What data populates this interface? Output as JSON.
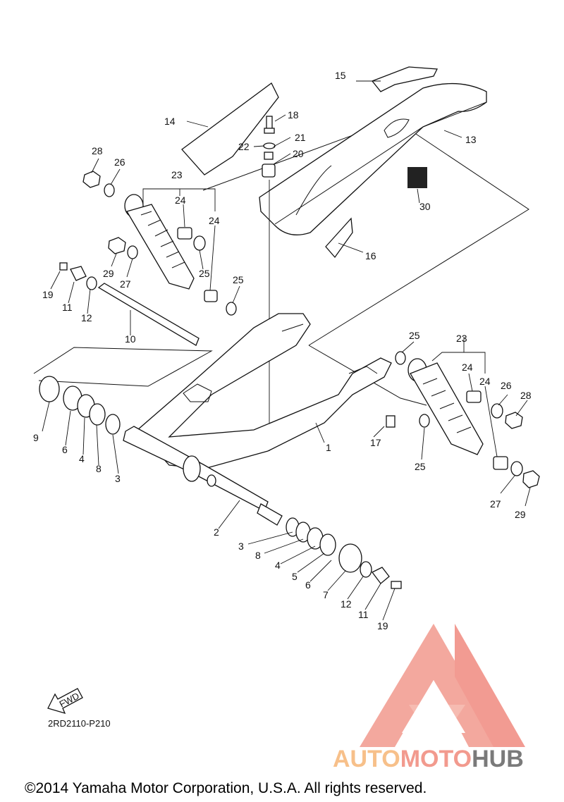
{
  "parts": [
    {
      "id": "p1",
      "label": "1"
    },
    {
      "id": "p2",
      "label": "2"
    },
    {
      "id": "p3a",
      "label": "3"
    },
    {
      "id": "p3b",
      "label": "3"
    },
    {
      "id": "p4a",
      "label": "4"
    },
    {
      "id": "p4b",
      "label": "4"
    },
    {
      "id": "p5",
      "label": "5"
    },
    {
      "id": "p6a",
      "label": "6"
    },
    {
      "id": "p6b",
      "label": "6"
    },
    {
      "id": "p7",
      "label": "7"
    },
    {
      "id": "p8a",
      "label": "8"
    },
    {
      "id": "p8b",
      "label": "8"
    },
    {
      "id": "p9",
      "label": "9"
    },
    {
      "id": "p10",
      "label": "10"
    },
    {
      "id": "p11a",
      "label": "11"
    },
    {
      "id": "p11b",
      "label": "11"
    },
    {
      "id": "p12a",
      "label": "12"
    },
    {
      "id": "p12b",
      "label": "12"
    },
    {
      "id": "p13",
      "label": "13"
    },
    {
      "id": "p14",
      "label": "14"
    },
    {
      "id": "p15",
      "label": "15"
    },
    {
      "id": "p16",
      "label": "16"
    },
    {
      "id": "p17",
      "label": "17"
    },
    {
      "id": "p18",
      "label": "18"
    },
    {
      "id": "p19a",
      "label": "19"
    },
    {
      "id": "p19b",
      "label": "19"
    },
    {
      "id": "p20",
      "label": "20"
    },
    {
      "id": "p21",
      "label": "21"
    },
    {
      "id": "p22",
      "label": "22"
    },
    {
      "id": "p23a",
      "label": "23"
    },
    {
      "id": "p23b",
      "label": "23"
    },
    {
      "id": "p24a",
      "label": "24"
    },
    {
      "id": "p24b",
      "label": "24"
    },
    {
      "id": "p24c",
      "label": "24"
    },
    {
      "id": "p24d",
      "label": "24"
    },
    {
      "id": "p25a",
      "label": "25"
    },
    {
      "id": "p25b",
      "label": "25"
    },
    {
      "id": "p25c",
      "label": "25"
    },
    {
      "id": "p25d",
      "label": "25"
    },
    {
      "id": "p26a",
      "label": "26"
    },
    {
      "id": "p26b",
      "label": "26"
    },
    {
      "id": "p27a",
      "label": "27"
    },
    {
      "id": "p27b",
      "label": "27"
    },
    {
      "id": "p28a",
      "label": "28"
    },
    {
      "id": "p28b",
      "label": "28"
    },
    {
      "id": "p29a",
      "label": "29"
    },
    {
      "id": "p29b",
      "label": "29"
    },
    {
      "id": "p30",
      "label": "30"
    }
  ],
  "fwd_label": "FWD",
  "diagram_code": "2RD2110-P210",
  "copyright": "©2014 Yamaha Motor Corporation, U.S.A. All rights reserved.",
  "watermark": {
    "part1": "AUTO",
    "part2": "MOTO",
    "part3": "HUB",
    "color1": "#f7c08a",
    "color2": "#f29a8e",
    "color3": "#7a7a7a",
    "logo_color": "#f08a80"
  }
}
